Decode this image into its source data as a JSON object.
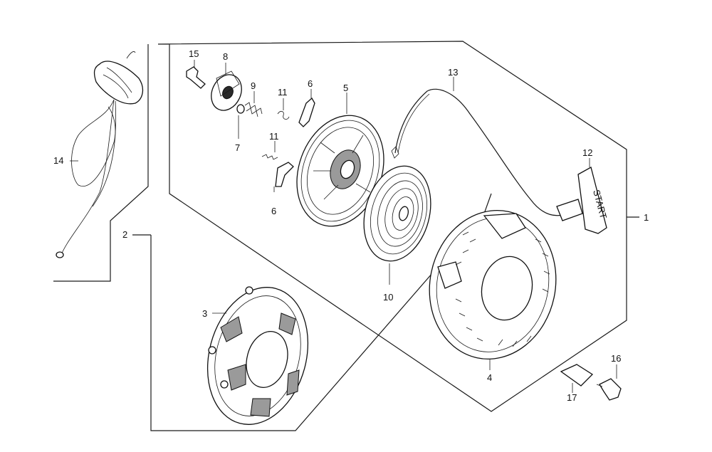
{
  "callouts": {
    "c1": "1",
    "c2": "2",
    "c3": "3",
    "c4": "4",
    "c5": "5",
    "c6a": "6",
    "c6b": "6",
    "c7": "7",
    "c8": "8",
    "c9": "9",
    "c10": "10",
    "c11a": "11",
    "c11b": "11",
    "c12": "12",
    "c13": "13",
    "c14": "14",
    "c15": "15",
    "c16": "16",
    "c17": "17"
  },
  "handle_text": "START"
}
